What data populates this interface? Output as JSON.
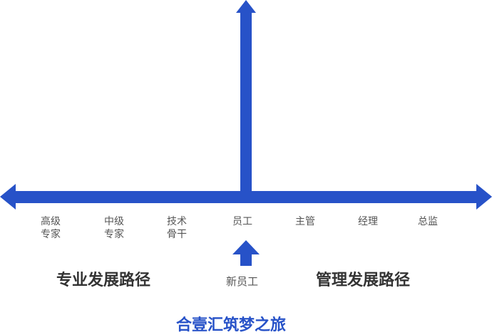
{
  "colors": {
    "arrow": "#2752C8",
    "text_dark": "#333333",
    "text_gray": "#555555",
    "accent": "#2752C8"
  },
  "axis_labels": [
    {
      "id": "senior-expert",
      "text": "高级\n专家"
    },
    {
      "id": "mid-expert",
      "text": "中级\n专家"
    },
    {
      "id": "tech-backbone",
      "text": "技术\n骨干"
    },
    {
      "id": "employee",
      "text": "员工"
    },
    {
      "id": "supervisor",
      "text": "主管"
    },
    {
      "id": "manager",
      "text": "经理"
    },
    {
      "id": "director",
      "text": "总监"
    }
  ],
  "professional_path": "专业发展路径",
  "management_path": "管理发展路径",
  "new_employee": "新员工",
  "journey_title": "合壹汇筑梦之旅"
}
